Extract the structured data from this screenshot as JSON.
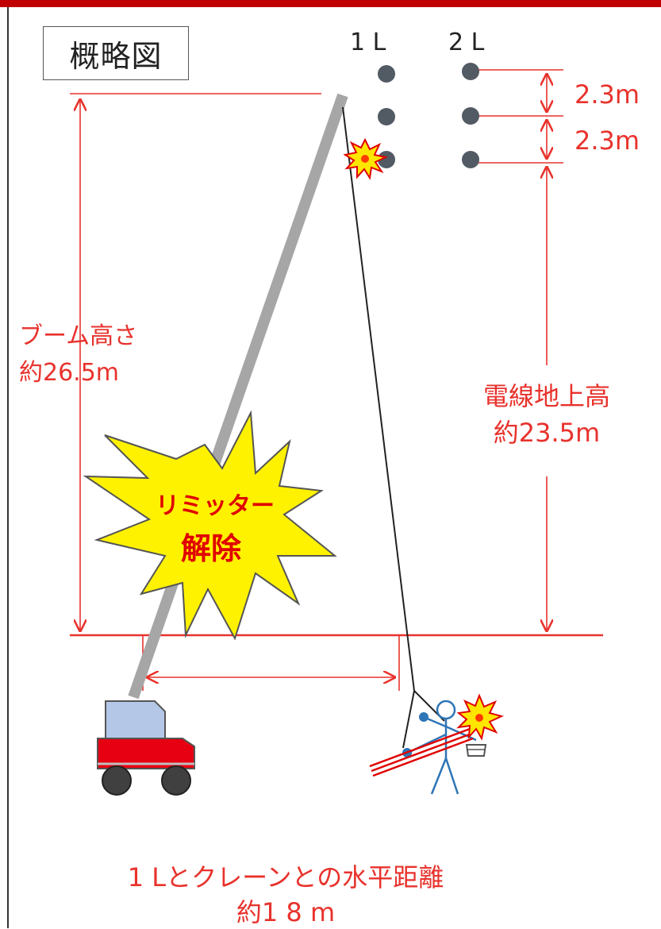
{
  "title": "概略図",
  "lines": {
    "line1": "1 L",
    "line2": "2 L"
  },
  "spacing": {
    "upper": "2.3m",
    "lower": "2.3m"
  },
  "boom": {
    "label": "ブーム高さ",
    "value": "約26.5m"
  },
  "wire": {
    "label": "電線地上高",
    "value": "約23.5m"
  },
  "limiter": {
    "line1": "リミッター",
    "line2": "解除"
  },
  "distance": {
    "label": "1 Lとクレーンとの水平距離",
    "value": "約1 8 m"
  },
  "colors": {
    "accent": "#e8322c",
    "boom": "#a6a6a6",
    "truck_body": "#e60012",
    "cab": "#b4c7e7",
    "insulator": "#525a63",
    "burst": "#fff200",
    "person": "#2e75b6"
  }
}
